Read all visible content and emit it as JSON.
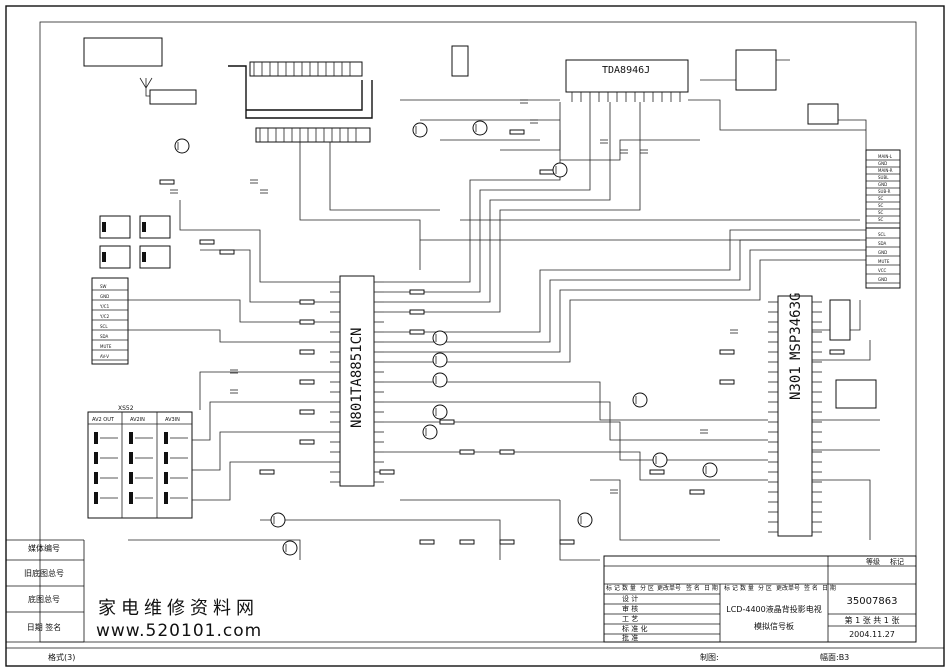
{
  "left_labels": [
    "媒体编号",
    "旧底图总号",
    "底图总号",
    "日期 签名"
  ],
  "watermark": {
    "line1": "家电维修资料网",
    "line2": "www.520101.com"
  },
  "bottom_bar": {
    "format": "格式(3)",
    "drawn": "制图:",
    "size": "幅面:B3"
  },
  "title_block": {
    "tag_labels": [
      "等级",
      "标记"
    ],
    "revision_header": [
      "标 记",
      "数 量",
      "分 区",
      "更改单号",
      "签  名",
      "日 期"
    ],
    "signoff_labels": [
      "设 计",
      "审 核",
      "工 艺",
      "标 准 化",
      "批 准"
    ],
    "product_title": "LCD-4400液晶背投影电视",
    "board_name": "模拟信号板",
    "drawing_number": "35007863",
    "sheet_info": "第 1 张  共 1 张",
    "date": "2004.11.27"
  },
  "ics": {
    "n801": {
      "ref": "N801",
      "part": "TA8851CN"
    },
    "n301": {
      "ref": "N301",
      "part": "MSP3463G"
    },
    "audio_amp": {
      "part": "TDA8946J"
    }
  },
  "jacks": {
    "av_block_labels": [
      "AV2 OUT",
      "AV2IN",
      "AV3IN"
    ],
    "label": "XS52"
  },
  "connector_pins_right": [
    "MAIN-L",
    "GND",
    "MAIN-R",
    "SUBL",
    "GND",
    "SUB-R",
    "SC",
    "SC",
    "SC",
    "SC"
  ],
  "connector_pins_right2": [
    "SCL",
    "SDA",
    "GND",
    "MUTE",
    "VCC",
    "GND"
  ],
  "connector_pins_left": [
    "SW",
    "GND",
    "Y/C1",
    "Y/C2",
    "SCL",
    "SDA",
    "MUTE",
    "AV-V"
  ]
}
